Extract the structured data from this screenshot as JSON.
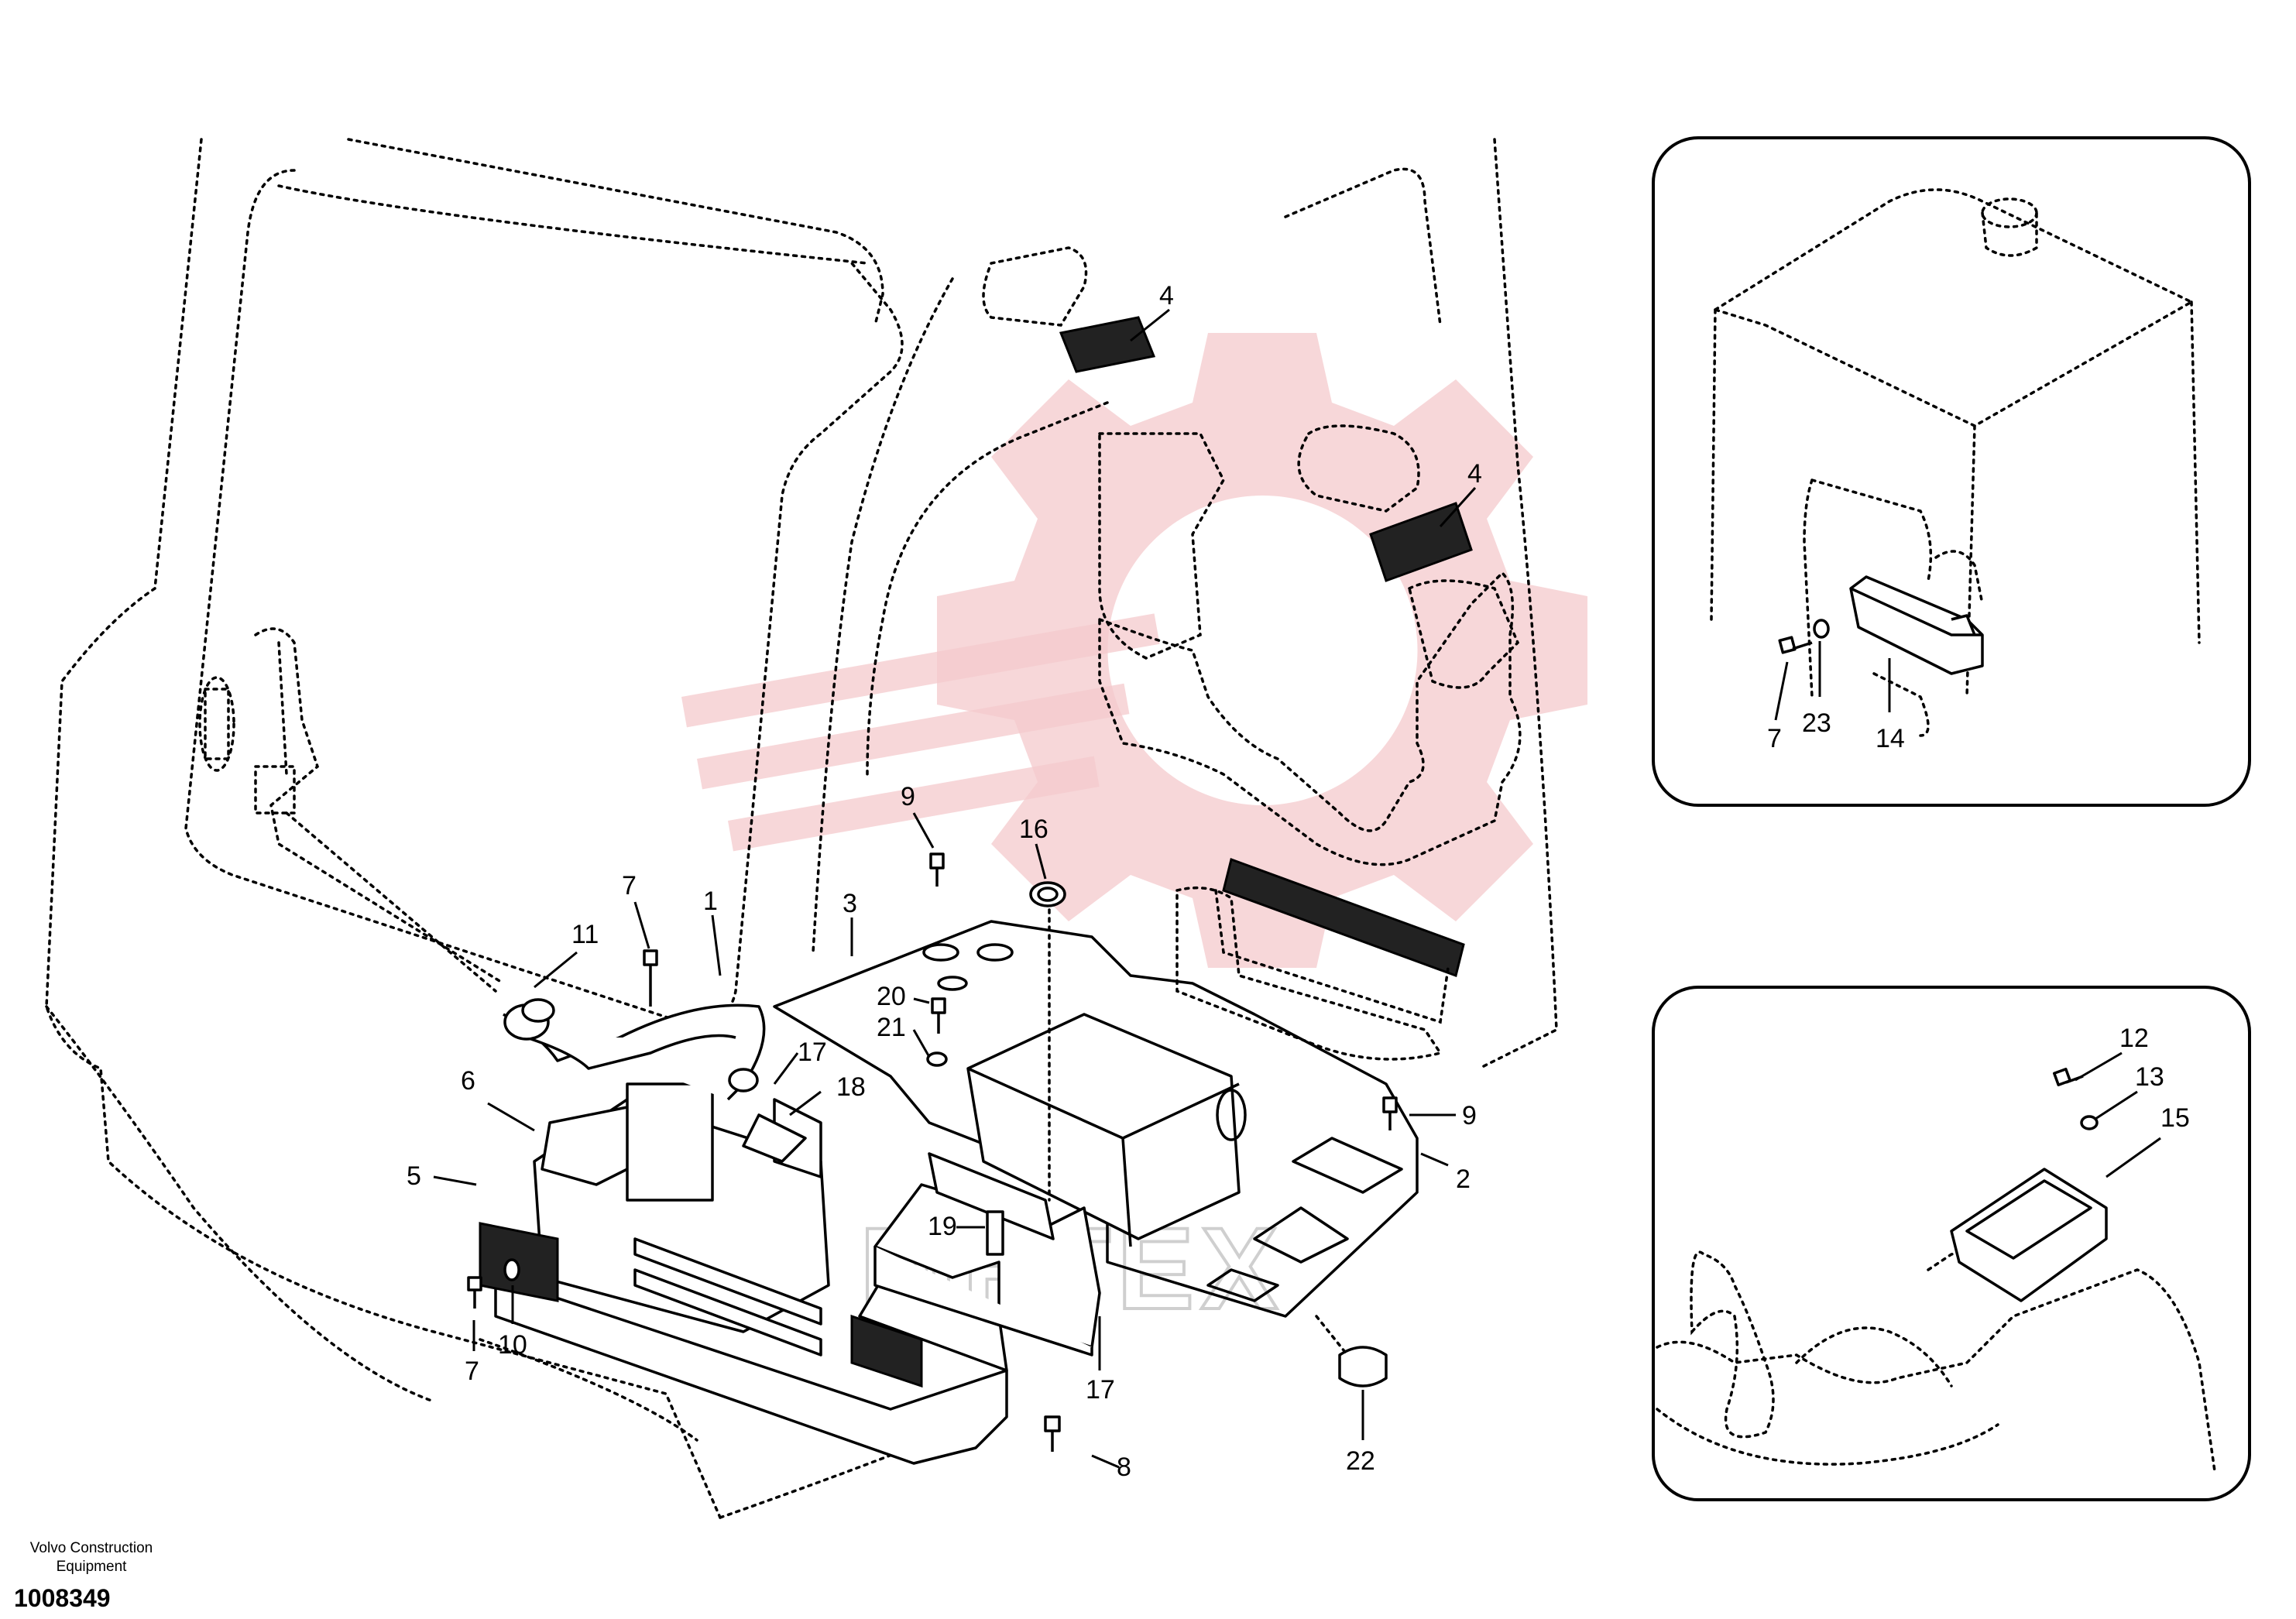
{
  "callouts": {
    "c1": "1",
    "c2": "2",
    "c3": "3",
    "c4a": "4",
    "c4b": "4",
    "c5": "5",
    "c6": "6",
    "c7a": "7",
    "c7b": "7",
    "c7c": "7",
    "c8": "8",
    "c9a": "9",
    "c9b": "9",
    "c10": "10",
    "c11": "11",
    "c12": "12",
    "c13": "13",
    "c14": "14",
    "c15": "15",
    "c16": "16",
    "c17a": "17",
    "c17b": "17",
    "c18": "18",
    "c19": "19",
    "c20": "20",
    "c21": "21",
    "c22": "22",
    "c23": "23"
  },
  "footer": {
    "company": "Volvo Construction Equipment",
    "document_number": "1008349"
  },
  "watermark": {
    "text": "MFTEX",
    "color": "#f4c9cc"
  }
}
